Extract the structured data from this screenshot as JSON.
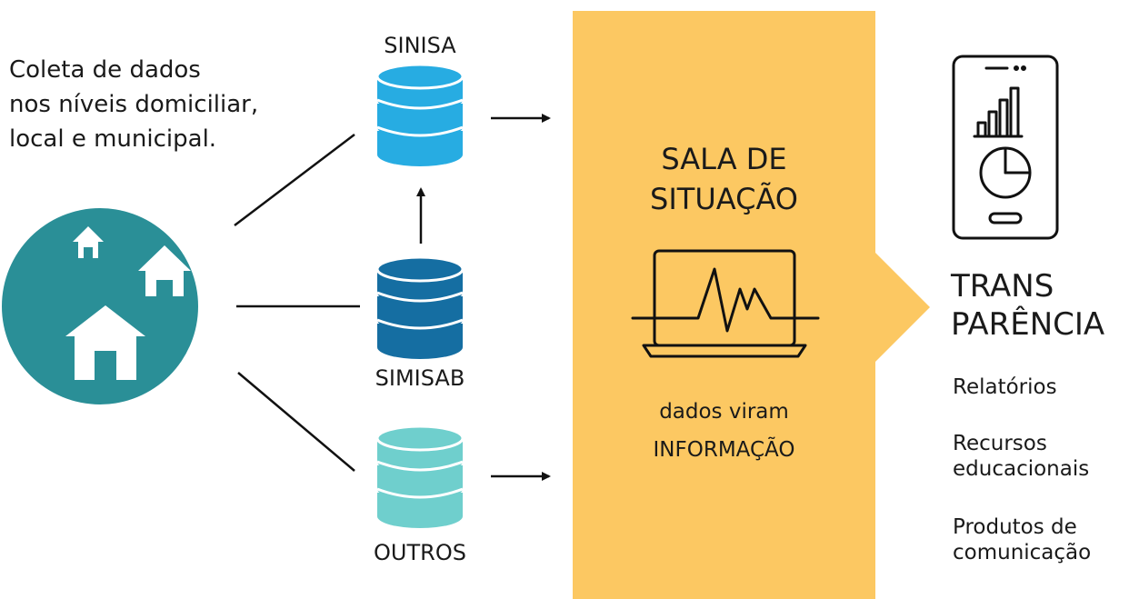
{
  "intro": {
    "lines": [
      "Coleta de dados",
      "nos níveis domiciliar,",
      "local e municipal."
    ]
  },
  "databases": [
    {
      "label": "SINISA",
      "color": "#27ace2"
    },
    {
      "label": "SIMISAB",
      "color": "#156ea2"
    },
    {
      "label": "OUTROS",
      "color": "#6fcfcd"
    }
  ],
  "community_circle": {
    "color": "#2a8f97"
  },
  "panel": {
    "color": "#fcc862",
    "title_lines": [
      "SALA DE",
      "SITUAÇÃO"
    ],
    "sub_lines": [
      "dados viram",
      "INFORMAÇÃO"
    ]
  },
  "transparency": {
    "title_lines": [
      "TRANS",
      "PARÊNCIA"
    ],
    "items": [
      [
        "Relatórios"
      ],
      [
        "Recursos",
        "educacionais"
      ],
      [
        "Produtos de",
        "comunicação"
      ]
    ]
  },
  "icons": [
    "house-icon",
    "database-icon",
    "laptop-pulse-icon",
    "smartphone-chart-icon",
    "arrow-icon"
  ]
}
